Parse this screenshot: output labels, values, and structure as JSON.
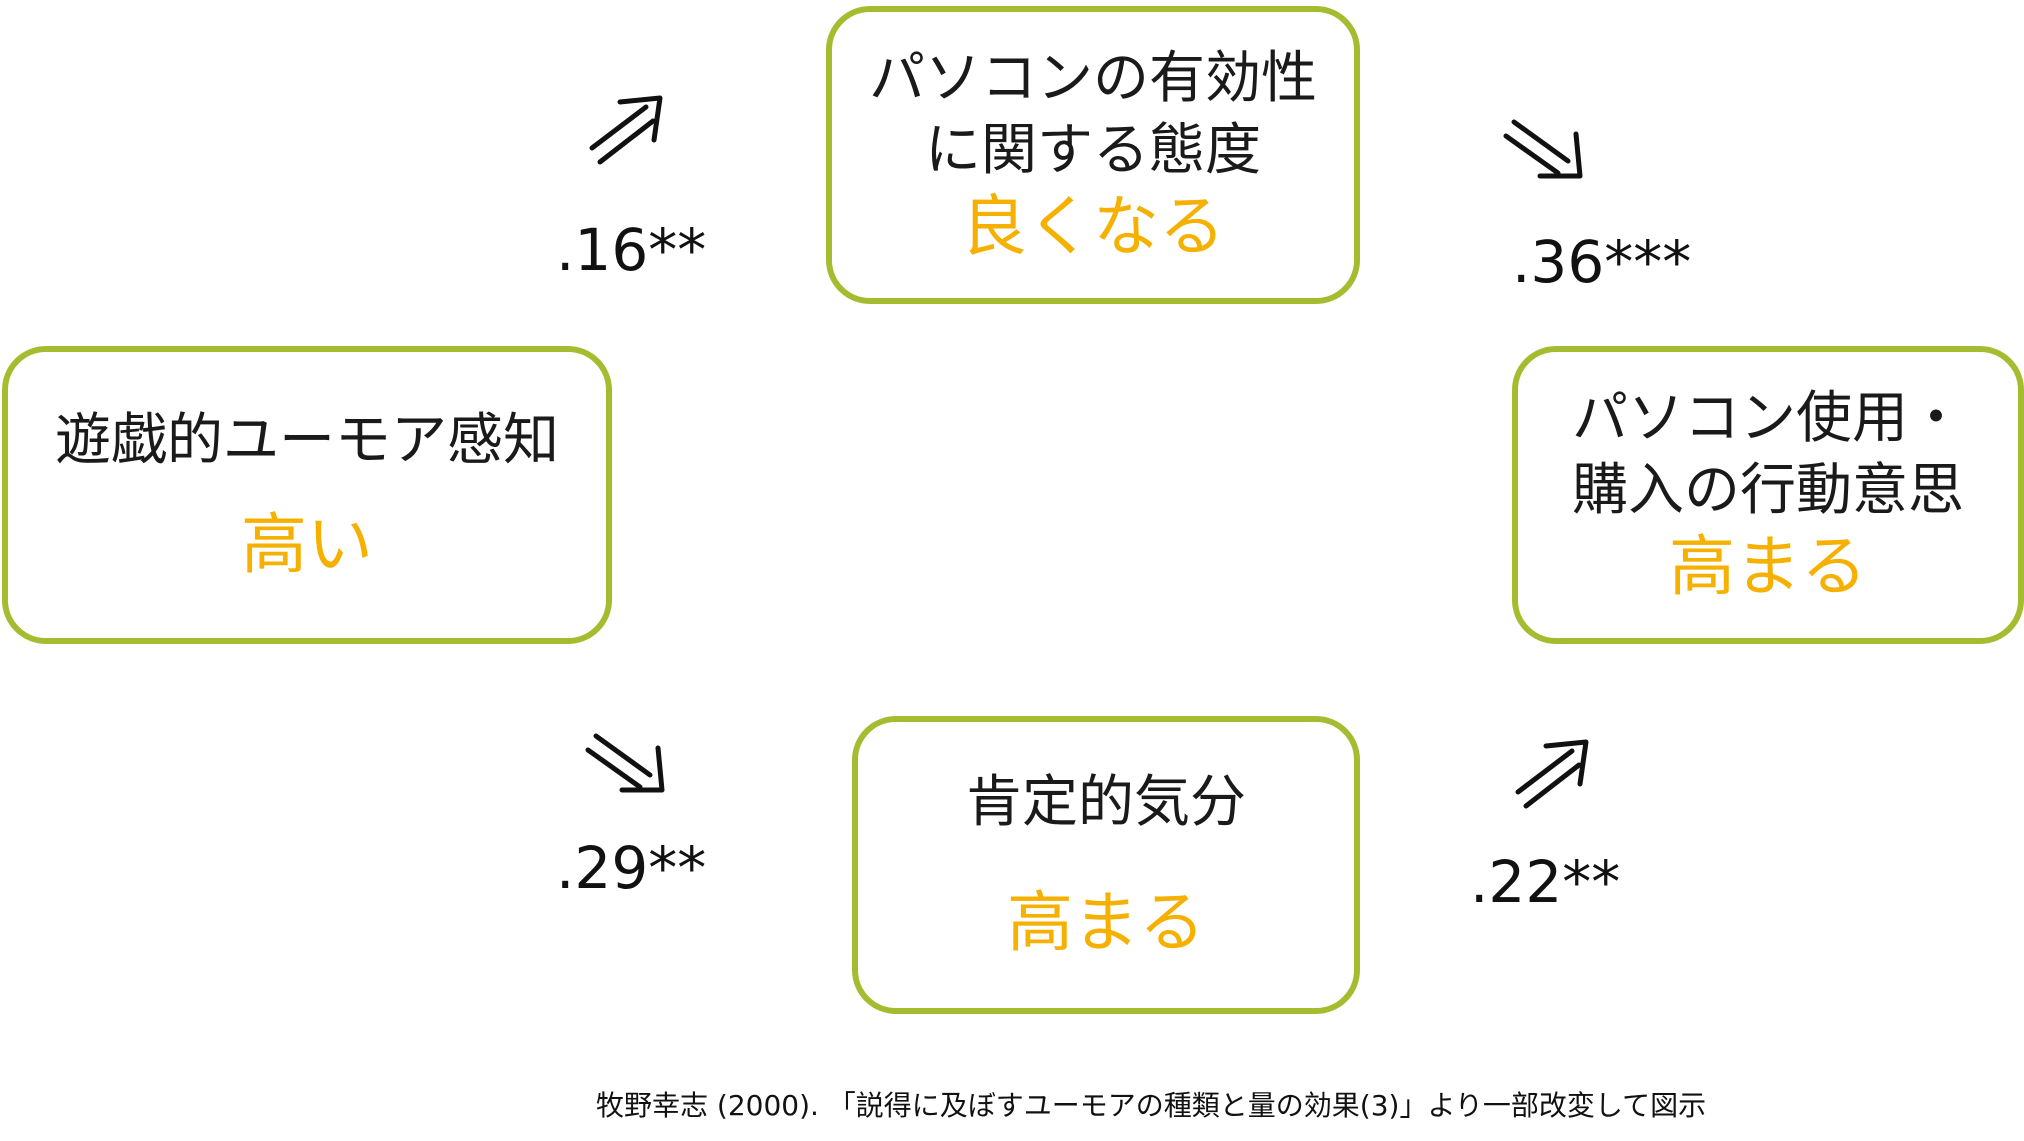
{
  "nodes": {
    "top": {
      "label_lines": [
        "パソコンの有効性",
        "に関する態度"
      ],
      "state": "良くなる"
    },
    "left": {
      "label_lines": [
        "遊戯的ユーモア感知"
      ],
      "state": "高い"
    },
    "right": {
      "label_lines": [
        "パソコン使用・",
        "購入の行動意思"
      ],
      "state": "高まる"
    },
    "bottom": {
      "label_lines": [
        "肯定的気分"
      ],
      "state": "高まる"
    }
  },
  "paths": {
    "left_to_top": ".16**",
    "top_to_right": ".36***",
    "left_to_bottom": ".29**",
    "bottom_to_right": ".22**"
  },
  "caption": "牧野幸志 (2000). 「説得に及ぼすユーモアの種類と量の効果(3)」より一部改変して図示",
  "colors": {
    "border": "#a4bc2f",
    "state_text": "#f5b000",
    "text": "#1a1a1a"
  },
  "icons": [
    "double-arrow-up-right-icon",
    "double-arrow-down-right-icon"
  ]
}
